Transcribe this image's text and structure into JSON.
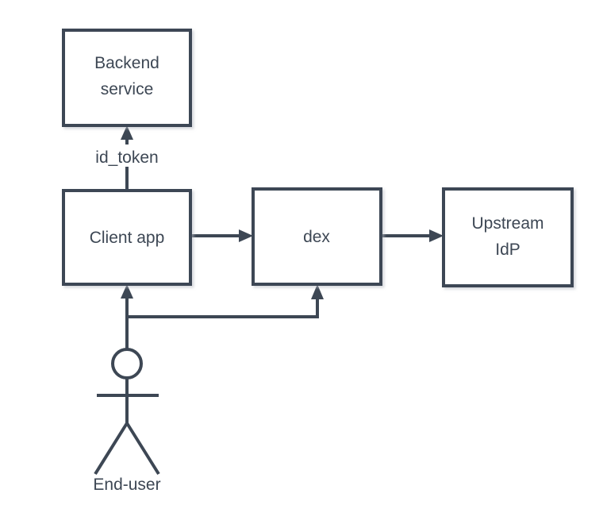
{
  "diagram": {
    "type": "flow-diagram",
    "background_color": "#ffffff",
    "stroke_color": "#3d4754",
    "node_fill_color": "#ffffff",
    "text_color": "#3d4754",
    "nodes": [
      {
        "id": "backend-service",
        "label_line1": "Backend",
        "label_line2": "service",
        "shape": "rectangle"
      },
      {
        "id": "client-app",
        "label_line1": "Client app",
        "label_line2": "",
        "shape": "rectangle"
      },
      {
        "id": "dex",
        "label_line1": "dex",
        "label_line2": "",
        "shape": "rectangle"
      },
      {
        "id": "upstream-idp",
        "label_line1": "Upstream",
        "label_line2": "IdP",
        "shape": "rectangle"
      },
      {
        "id": "end-user",
        "label_line1": "End-user",
        "label_line2": "",
        "shape": "actor"
      }
    ],
    "edges": [
      {
        "id": "client-app-to-backend-service",
        "from": "client-app",
        "to": "backend-service",
        "label": "id_token",
        "direction": "up"
      },
      {
        "id": "client-app-to-dex",
        "from": "client-app",
        "to": "dex",
        "label": "",
        "direction": "right"
      },
      {
        "id": "dex-to-upstream-idp",
        "from": "dex",
        "to": "upstream-idp",
        "label": "",
        "direction": "right"
      },
      {
        "id": "end-user-to-client-app",
        "from": "end-user",
        "to": "client-app",
        "label": "",
        "direction": "up"
      },
      {
        "id": "end-user-to-dex",
        "from": "end-user",
        "to": "dex",
        "label": "",
        "direction": "up"
      }
    ]
  }
}
